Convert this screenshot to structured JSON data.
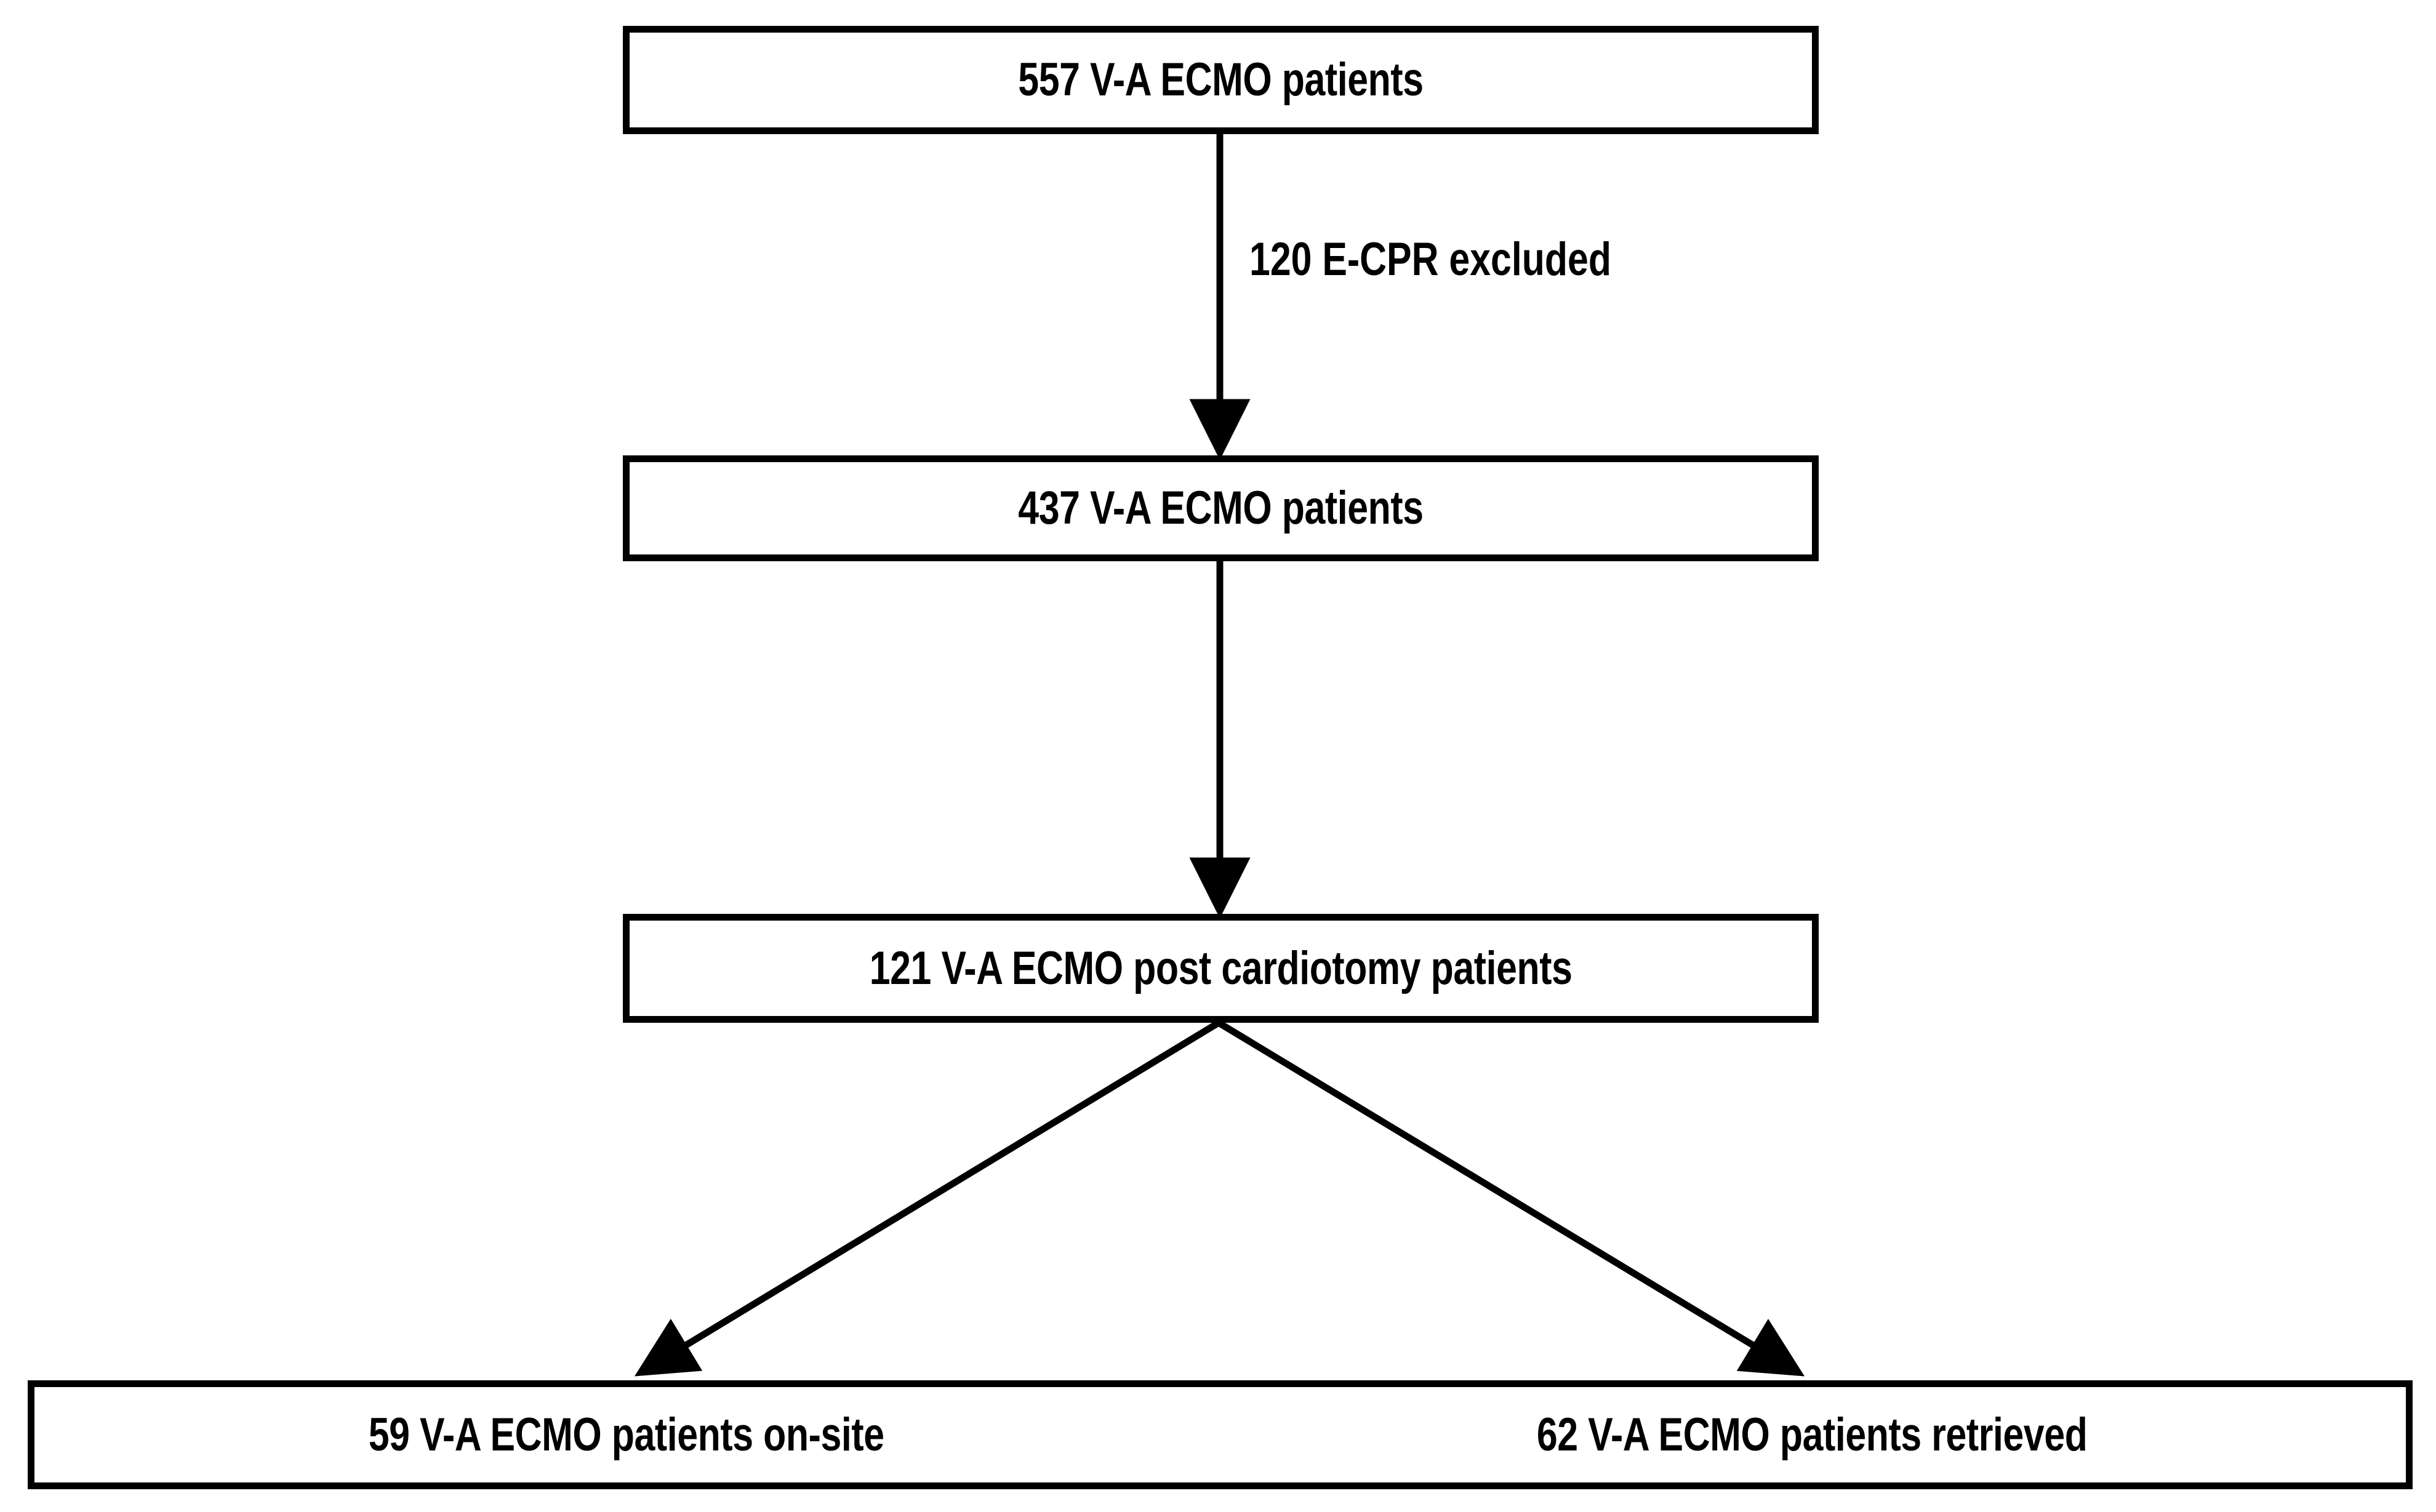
{
  "diagram": {
    "type": "flowchart",
    "title_present": false,
    "background_color": "#ffffff",
    "stroke_color": "#000000",
    "text_color": "#000000",
    "nodes": [
      {
        "id": "total",
        "label": "557 V-A ECMO patients",
        "count": 557,
        "level": 1
      },
      {
        "id": "eligible",
        "label": "437 V-A ECMO patients",
        "count": 437,
        "level": 2
      },
      {
        "id": "postcardiotomy",
        "label": "121 V-A ECMO post cardiotomy patients",
        "count": 121,
        "level": 3
      },
      {
        "id": "onsite",
        "label": "59 V-A ECMO patients on-site",
        "count": 59,
        "level": 4
      },
      {
        "id": "retrieved",
        "label": "62 V-A ECMO patients retrieved",
        "count": 62,
        "level": 4
      }
    ],
    "edges": [
      {
        "id": "total-to-eligible",
        "from": "total",
        "to": "eligible",
        "style": "vertical-arrow",
        "label": "120 E-CPR excluded",
        "excluded_count": 120
      },
      {
        "id": "eligible-to-postcardiotomy",
        "from": "eligible",
        "to": "postcardiotomy",
        "style": "vertical-arrow",
        "label": ""
      },
      {
        "id": "postcardiotomy-to-onsite",
        "from": "postcardiotomy",
        "to": "onsite",
        "style": "diagonal-arrow-left",
        "label": ""
      },
      {
        "id": "postcardiotomy-to-retrieved",
        "from": "postcardiotomy",
        "to": "retrieved",
        "style": "diagonal-arrow-right",
        "label": ""
      }
    ]
  }
}
